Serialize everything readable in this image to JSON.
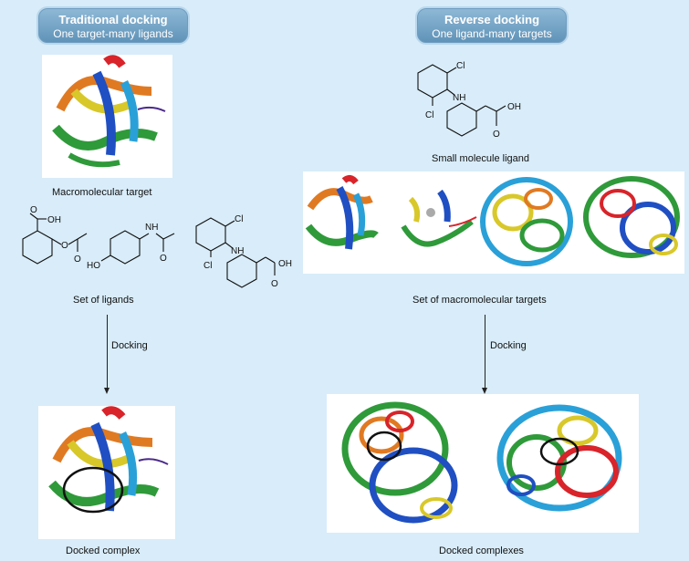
{
  "left": {
    "header_title": "Traditional docking",
    "header_subtitle": "One target-many ligands",
    "target_label": "Macromolecular target",
    "ligands_label": "Set of ligands",
    "step_label": "Docking",
    "result_label": "Docked complex"
  },
  "right": {
    "header_title": "Reverse docking",
    "header_subtitle": "One ligand-many targets",
    "ligand_label": "Small molecule ligand",
    "targets_label": "Set of macromolecular targets",
    "step_label": "Docking",
    "result_label": "Docked complexes"
  },
  "atoms": {
    "chlorine": "Cl",
    "amine": "NH",
    "acid": "OH",
    "oxygen": "O",
    "hydroxy": "HO"
  },
  "colors": {
    "background": "#d8ecf9",
    "header": "#6f9fc4",
    "protein_red": "#d8242a",
    "protein_blue": "#1f4fc2",
    "protein_cyan": "#2aa0d8",
    "protein_green": "#2f9a3a",
    "protein_yellow": "#d8c82a",
    "protein_orange": "#e07a22"
  }
}
